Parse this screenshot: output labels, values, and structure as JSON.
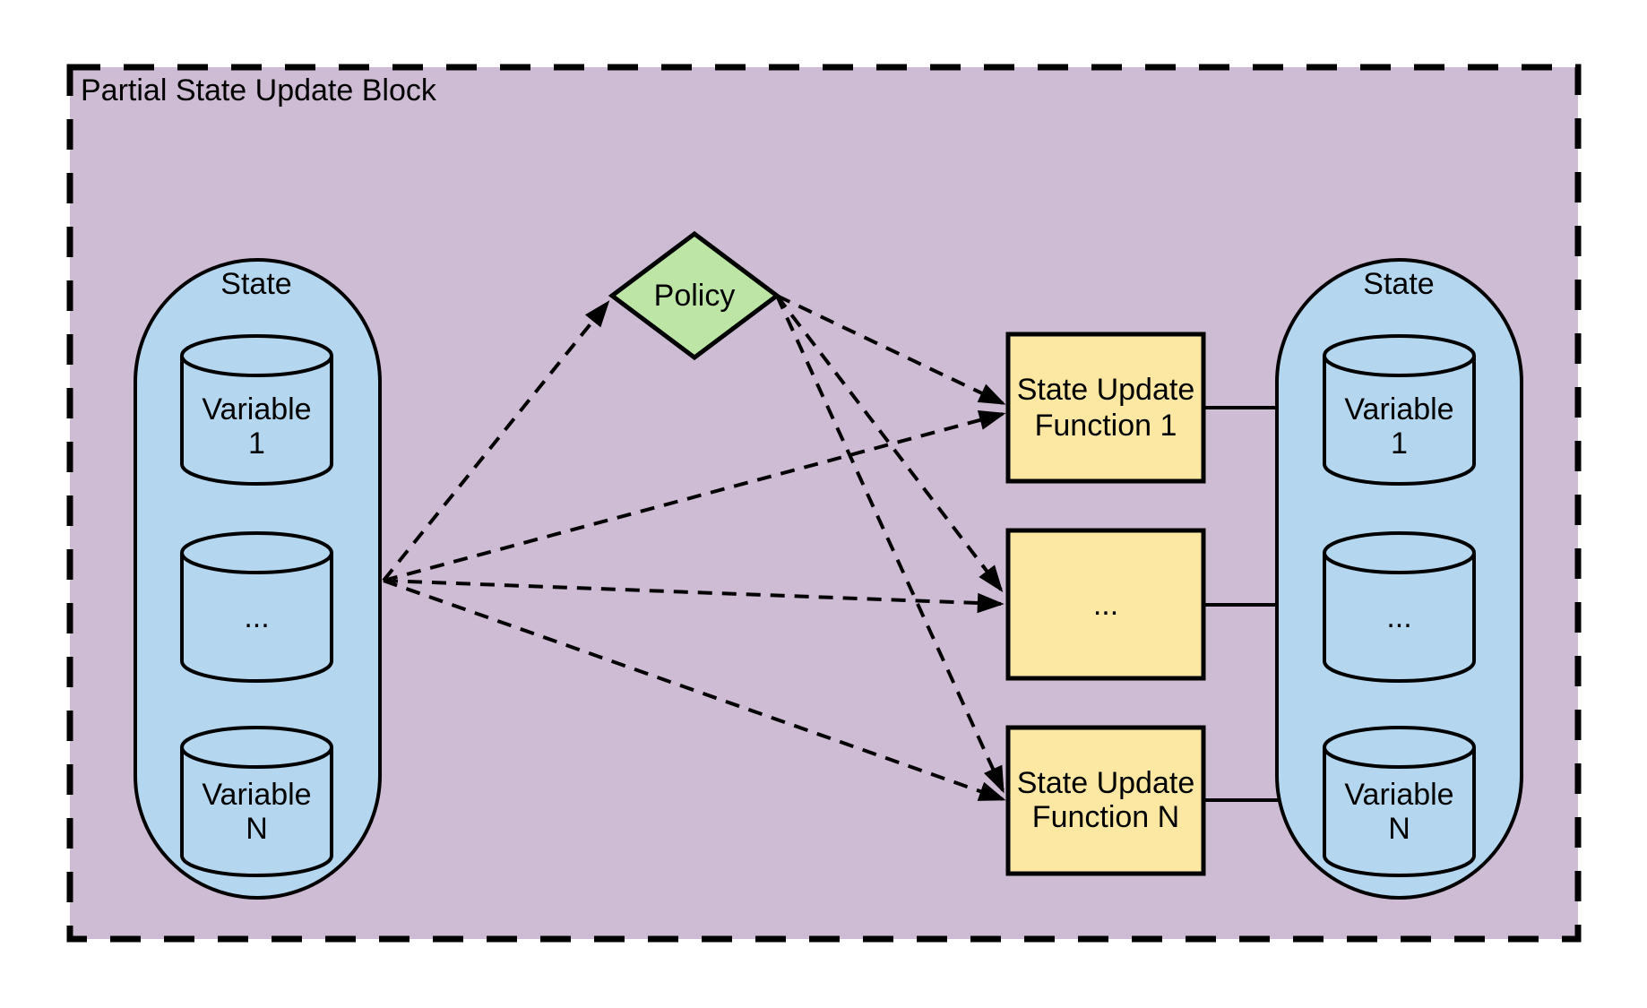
{
  "title": "Partial State Update Block",
  "colors": {
    "page_bg": "#FFFFFF",
    "block_fill": "#CEBBD4",
    "state_fill": "#B4D7EF",
    "policy_fill": "#BDE6A6",
    "function_fill": "#FCE8A3",
    "line": "#000000"
  },
  "left_state": {
    "label": "State",
    "variables": [
      {
        "line1": "Variable",
        "line2": "1"
      },
      {
        "line1": "...",
        "line2": ""
      },
      {
        "line1": "Variable",
        "line2": "N"
      }
    ]
  },
  "policy": {
    "label": "Policy"
  },
  "functions": [
    {
      "line1": "State Update",
      "line2": "Function 1"
    },
    {
      "line1": "...",
      "line2": ""
    },
    {
      "line1": "State Update",
      "line2": "Function N"
    }
  ],
  "right_state": {
    "label": "State",
    "variables": [
      {
        "line1": "Variable",
        "line2": "1"
      },
      {
        "line1": "...",
        "line2": ""
      },
      {
        "line1": "Variable",
        "line2": "N"
      }
    ]
  }
}
